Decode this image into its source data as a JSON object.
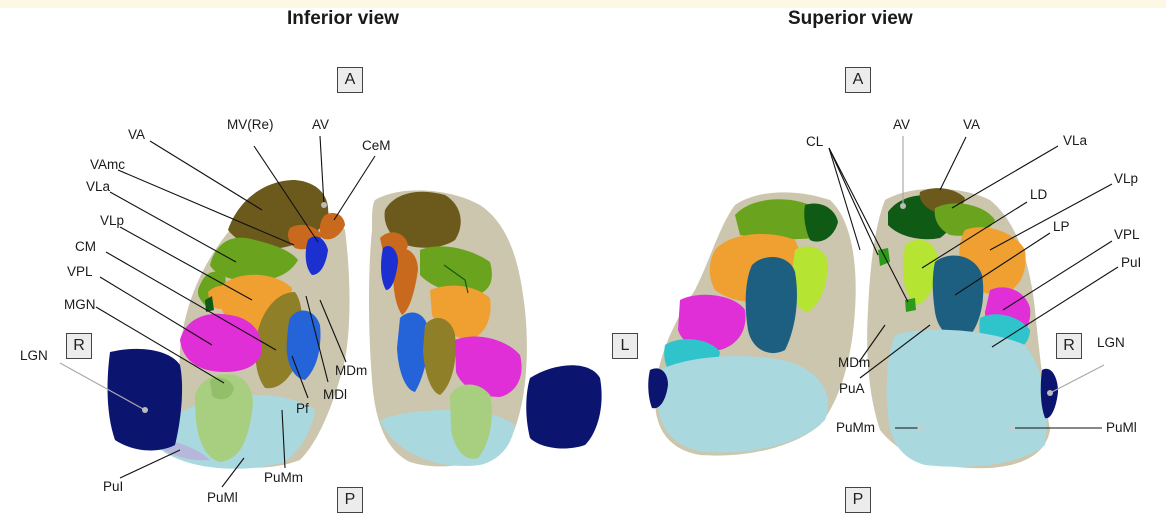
{
  "titles": {
    "inferior": "Inferior view",
    "superior": "Superior view"
  },
  "orientation": {
    "anterior": "A",
    "posterior": "P",
    "right": "R",
    "left": "L"
  },
  "labels": {
    "va": "VA",
    "mv_re": "MV(Re)",
    "av": "AV",
    "cem": "CeM",
    "vamc": "VAmc",
    "vla": "VLa",
    "vlp": "VLp",
    "cm": "CM",
    "vpl": "VPL",
    "mgn": "MGN",
    "lgn": "LGN",
    "mdm": "MDm",
    "mdl": "MDl",
    "pf": "Pf",
    "pul": "PuI",
    "puml": "PuMl",
    "pumm": "PuMm",
    "cl": "CL",
    "ld": "LD",
    "lp": "LP",
    "pua": "PuA"
  },
  "colors": {
    "va": "#6b5a1c",
    "vamc": "#c8691e",
    "vla": "#6aa41e",
    "vlp": "#f0a030",
    "vpl": "#e02fd6",
    "cm": "#8f7f28",
    "mgn": "#a8cf80",
    "lgn": "#0b1570",
    "pul": "#b7b7dc",
    "pum": "#a9d9df",
    "md": "#cbc6ad",
    "mv": "#1c2fd0",
    "pf": "#2463d8",
    "ld": "#b6e432",
    "lp": "#1c5f80",
    "pua": "#2fc4cc",
    "dark_green": "#0f5a14"
  }
}
